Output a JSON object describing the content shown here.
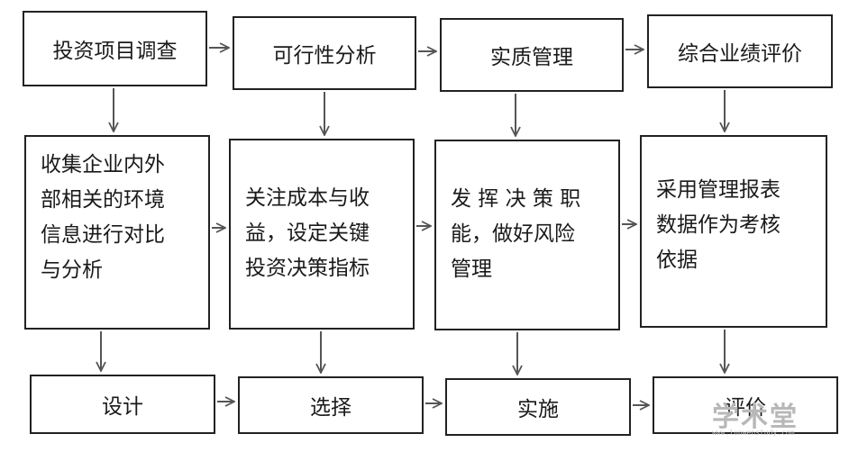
{
  "stages": [
    {
      "title": "投资项目调查",
      "details": [
        "收集企业内外",
        "部相关的环境",
        "信息进行对比",
        "与分析"
      ],
      "result": "设计"
    },
    {
      "title": "可行性分析",
      "details": [
        "关注成本与收",
        "益，设定关键",
        "投资决策指标"
      ],
      "result": "选择"
    },
    {
      "title": "实质管理",
      "details": [
        "发 挥 决 策 职",
        "能，做好风险",
        "管理"
      ],
      "result": "实施"
    },
    {
      "title": "综合业绩评价",
      "details": [
        "采用管理报表",
        "数据作为考核",
        "依据"
      ],
      "result": "评价"
    }
  ],
  "watermark": {
    "text": "学术堂",
    "sub": "www.lunwenstudy.com"
  }
}
